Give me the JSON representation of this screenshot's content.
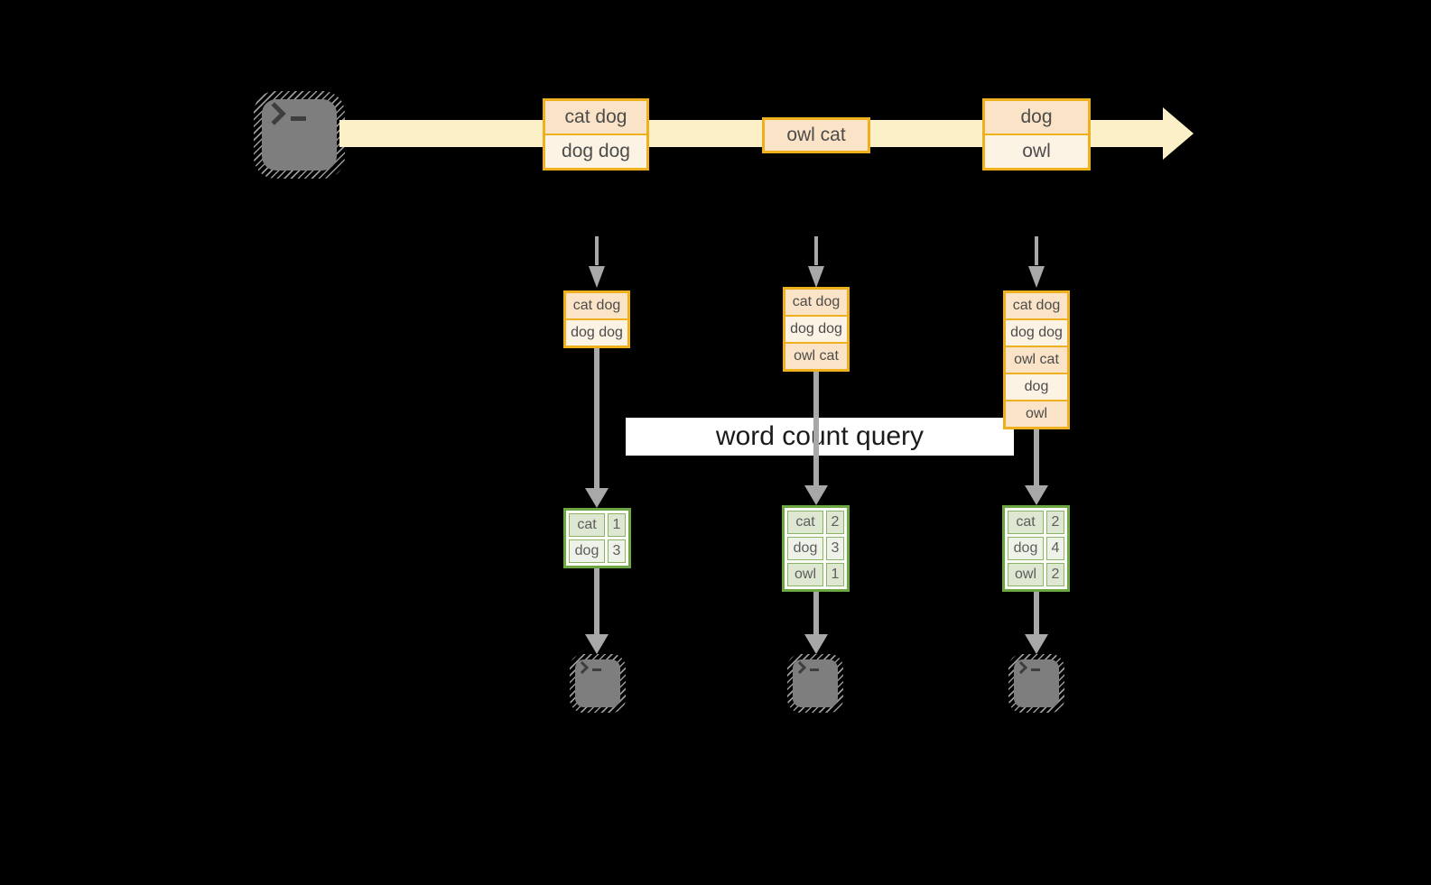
{
  "query_label": "word count query",
  "stream": {
    "source_icon": "terminal-icon",
    "direction": "left-to-right",
    "batches": [
      {
        "rows": [
          "cat dog",
          "dog dog"
        ]
      },
      {
        "rows": [
          "owl cat"
        ]
      },
      {
        "rows": [
          "dog",
          "owl"
        ]
      }
    ]
  },
  "columns": [
    {
      "input_rows": [
        "cat dog",
        "dog dog"
      ],
      "counts": [
        {
          "word": "cat",
          "count": "1"
        },
        {
          "word": "dog",
          "count": "3"
        }
      ],
      "sink_icon": "terminal-icon"
    },
    {
      "input_rows": [
        "cat dog",
        "dog dog",
        "owl cat"
      ],
      "counts": [
        {
          "word": "cat",
          "count": "2"
        },
        {
          "word": "dog",
          "count": "3"
        },
        {
          "word": "owl",
          "count": "1"
        }
      ],
      "sink_icon": "terminal-icon"
    },
    {
      "input_rows": [
        "cat dog",
        "dog dog",
        "owl cat",
        "dog",
        "owl"
      ],
      "counts": [
        {
          "word": "cat",
          "count": "2"
        },
        {
          "word": "dog",
          "count": "4"
        },
        {
          "word": "owl",
          "count": "2"
        }
      ],
      "sink_icon": "terminal-icon"
    }
  ],
  "colors": {
    "background": "#000000",
    "stream_band": "#fbf0c7",
    "record_border": "#eeb01c",
    "record_fill_dark": "#fae3c6",
    "record_fill_light": "#fdf3e4",
    "table_border": "#6ca744",
    "table_fill_dark": "#dde7d1",
    "table_fill_light": "#eef2e8",
    "arrow_gray": "#a8a8a8",
    "query_band_bg": "#ffffff",
    "query_text": "#1b1b1b"
  }
}
